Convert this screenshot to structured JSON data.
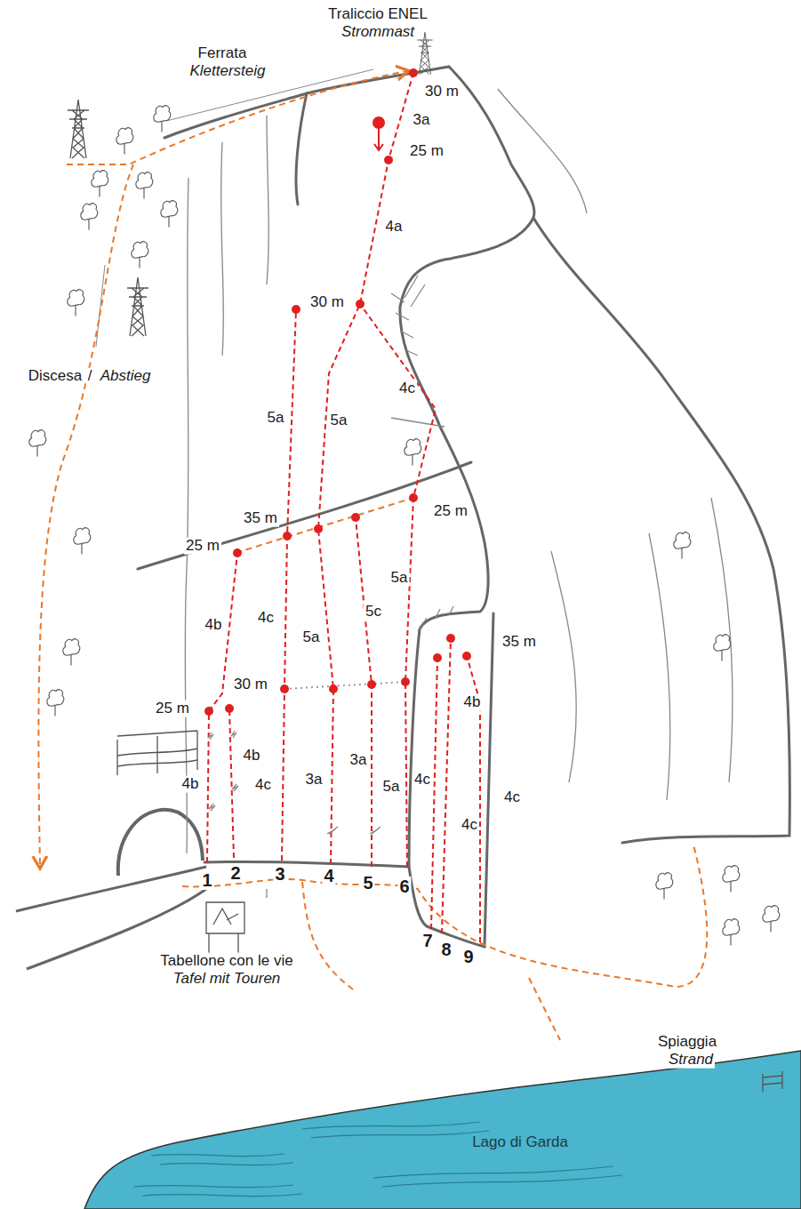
{
  "diagram": {
    "labels": [
      "Traliccio ENEL",
      "Strommast",
      "Ferrata",
      "Klettersteig",
      "30 m",
      "3a",
      "25 m",
      "4a",
      "30 m",
      "4c",
      "5a",
      "5a",
      "35 m",
      "25 m",
      "25 m",
      "5a",
      "5c",
      "4b",
      "4c",
      "5a",
      "30 m",
      "25 m",
      "35 m",
      "4b",
      "4b",
      "4b",
      "4c",
      "3a",
      "3a",
      "5a",
      "4c",
      "4c",
      "4c",
      "Discesa",
      "/",
      "Abstieg",
      "1",
      "2",
      "3",
      "4",
      "5",
      "6",
      "7",
      "8",
      "9",
      "Tabellone con le vie",
      "Tafel mit Touren",
      "Spiaggia",
      "Strand",
      "Lago di Garda"
    ]
  }
}
